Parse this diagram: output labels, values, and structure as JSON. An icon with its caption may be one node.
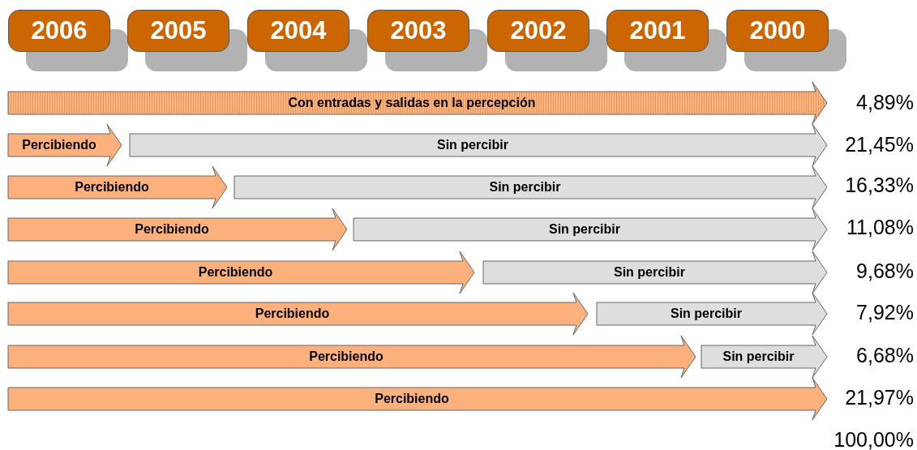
{
  "diagram": {
    "nodes": [
      {
        "text": [
          "2006"
        ]
      },
      {
        "text": [
          "2005"
        ]
      },
      {
        "text": [
          "2004"
        ]
      },
      {
        "text": [
          "2003"
        ]
      },
      {
        "text": [
          "2002"
        ]
      },
      {
        "text": [
          "2001"
        ]
      },
      {
        "text": [
          "2000"
        ]
      },
      {
        "text": [
          "Con entradas y salidas en la percepción"
        ]
      },
      {
        "text": [
          "Percibiendo"
        ]
      },
      {
        "text": [
          "Sin percibir"
        ]
      },
      {
        "text": [
          "Percibiendo"
        ]
      },
      {
        "text": [
          "Sin percibir"
        ]
      },
      {
        "text": [
          "Percibiendo"
        ]
      },
      {
        "text": [
          "Sin percibir"
        ]
      },
      {
        "text": [
          "Percibiendo"
        ]
      },
      {
        "text": [
          "Sin percibir"
        ]
      },
      {
        "text": [
          "Percibiendo"
        ]
      },
      {
        "text": [
          "Sin percibir"
        ]
      },
      {
        "text": [
          "Percibiendo"
        ]
      },
      {
        "text": [
          "Sin percibir"
        ]
      },
      {
        "text": [
          "Percibiendo"
        ]
      }
    ],
    "edges": [],
    "labels": [
      "4,89%",
      "21,45%",
      "16,33%",
      "11,08%",
      "9,68%",
      "7,92%",
      "6,68%",
      "21,97%",
      "100,00%"
    ]
  }
}
